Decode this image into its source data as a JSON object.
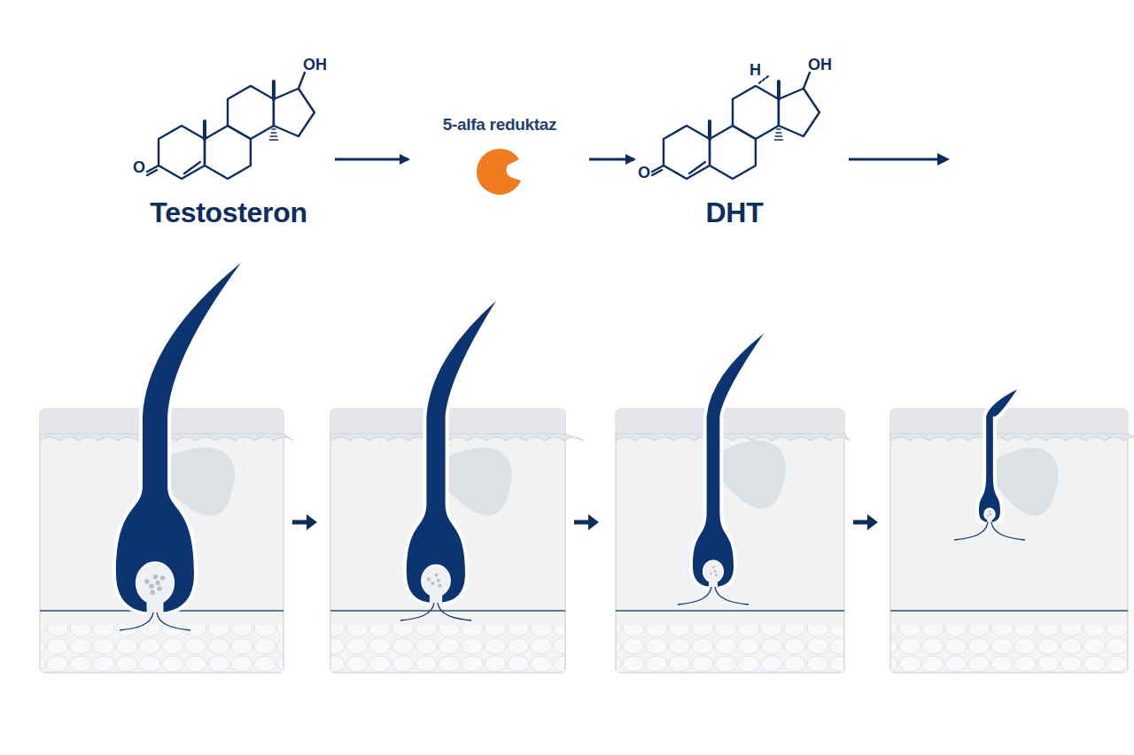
{
  "diagram": {
    "nodes": [
      {
        "text": [
          "Testosteron"
        ]
      },
      {
        "text": [
          "5-alfa reduktaz"
        ]
      },
      {
        "text": [
          "DHT"
        ]
      }
    ],
    "edges": [
      {
        "from": 0,
        "to": 1,
        "arrow": "to"
      },
      {
        "from": 1,
        "to": 2,
        "arrow": "to"
      }
    ],
    "labels": [
      "O",
      "OH",
      "O",
      "H",
      "OH"
    ]
  }
}
